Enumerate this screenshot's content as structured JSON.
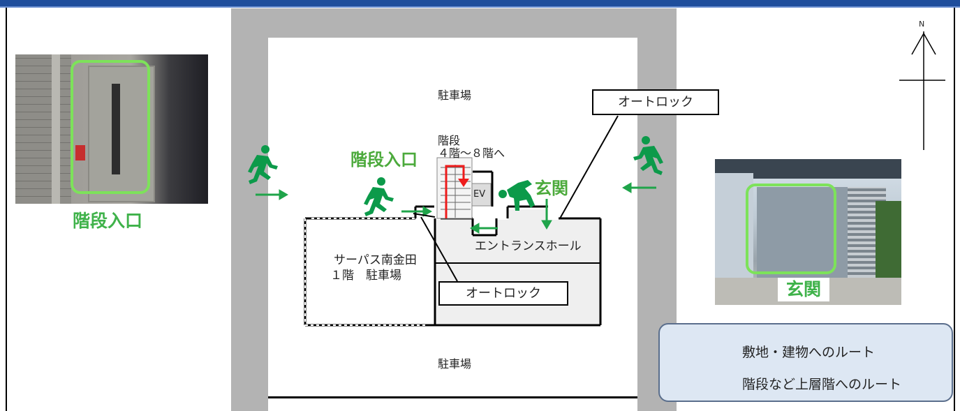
{
  "labels": {
    "parking_top": "駐車場",
    "parking_bottom": "駐車場",
    "stairs_title": "階段",
    "stairs_floors": "４階～８階へ",
    "stair_entrance": "階段入口",
    "entrance": "玄関",
    "ev": "EV",
    "entrance_hall": "エントランスホール",
    "building_name": "サーパス南金田",
    "building_floor": "１階　駐車場",
    "autolock_top": "オートロック",
    "autolock_bottom": "オートロック",
    "north": "N"
  },
  "photos": {
    "left_caption": "階段入口",
    "right_caption": "玄関"
  },
  "legend": {
    "items": [
      {
        "label": "敷地・建物へのルート",
        "color": "#1fa44a"
      },
      {
        "label": "階段など上層階へのルート",
        "color": "#ee1c1c"
      }
    ]
  },
  "colors": {
    "route_green": "#1fa44a",
    "route_red": "#ee1c1c",
    "pictogram_green": "#0c9a4a",
    "highlight_green": "#7de25a"
  }
}
